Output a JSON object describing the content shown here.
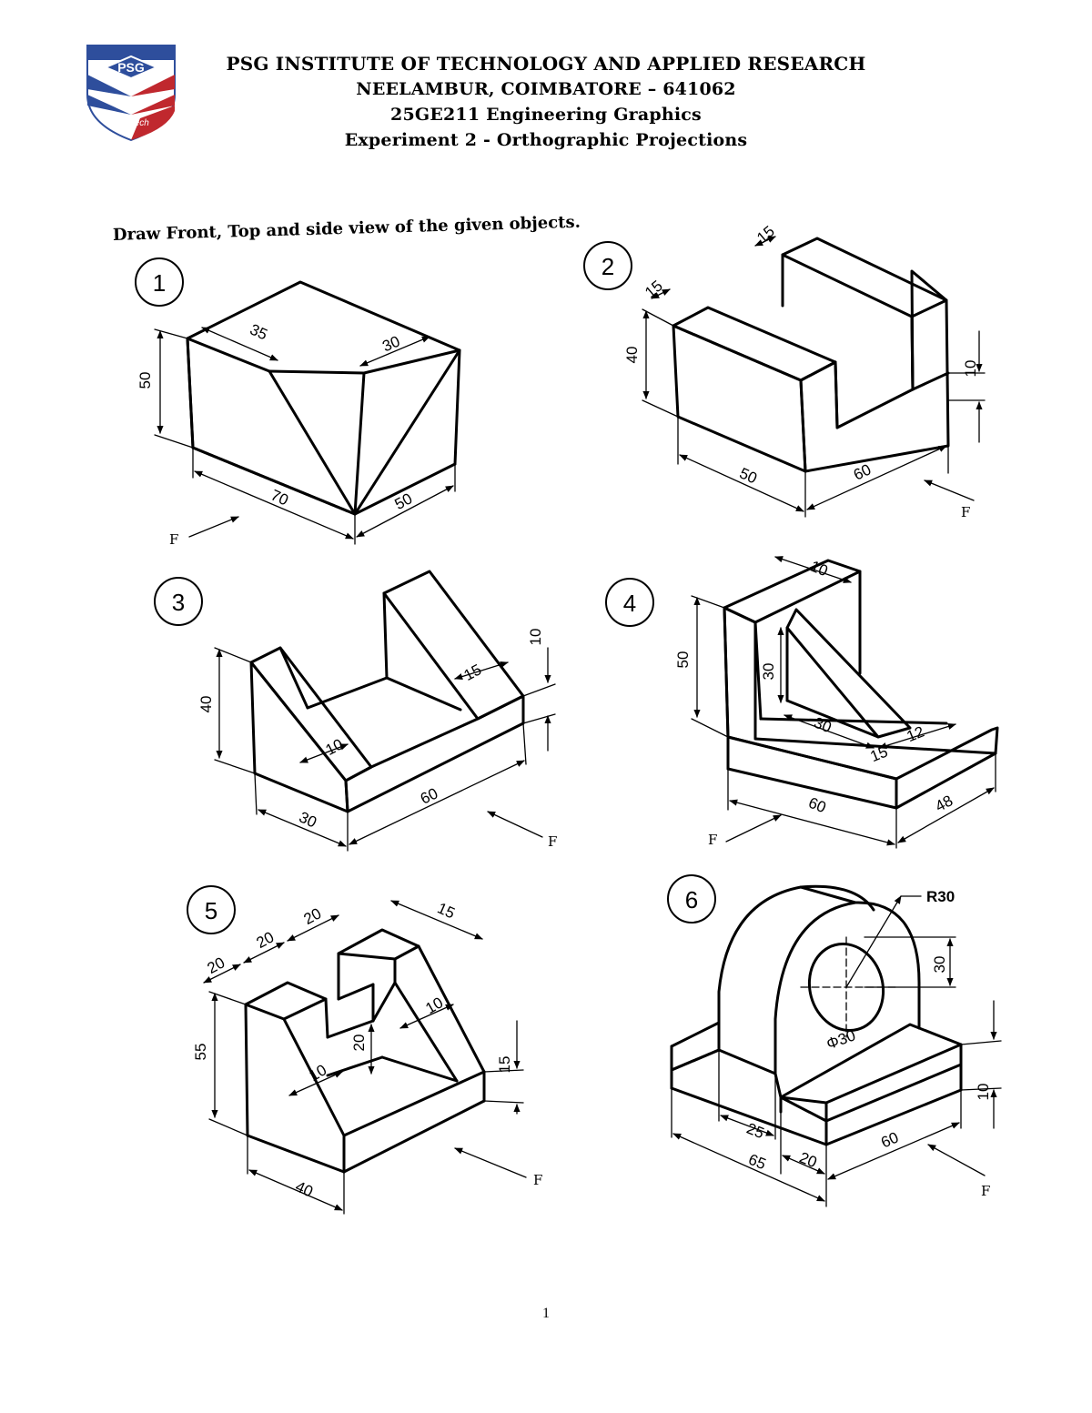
{
  "logo": {
    "text": "PSG",
    "subtext": "iTech",
    "colors": {
      "blue": "#2e4e9c",
      "red": "#c0282e"
    }
  },
  "header": {
    "line1": "PSG INSTITUTE OF TECHNOLOGY AND APPLIED RESEARCH",
    "line2": "NEELAMBUR, COIMBATORE – 641062",
    "line3": "25GE211 Engineering Graphics",
    "line4": "Experiment 2 - Orthographic Projections"
  },
  "instruction": "Draw Front, Top and side view of the given objects.",
  "direction_label": "F",
  "figures": [
    {
      "number": "1",
      "dimensions": [
        "35",
        "30",
        "50",
        "70",
        "50"
      ]
    },
    {
      "number": "2",
      "dimensions": [
        "15",
        "15",
        "40",
        "10",
        "50",
        "60"
      ]
    },
    {
      "number": "3",
      "dimensions": [
        "40",
        "10",
        "15",
        "10",
        "30",
        "60"
      ]
    },
    {
      "number": "4",
      "dimensions": [
        "10",
        "50",
        "30",
        "30",
        "12",
        "15",
        "60",
        "48"
      ]
    },
    {
      "number": "5",
      "dimensions": [
        "20",
        "20",
        "20",
        "15",
        "55",
        "10",
        "20",
        "10",
        "15",
        "40"
      ]
    },
    {
      "number": "6",
      "dimensions": [
        "R30",
        "30",
        "Φ30",
        "10",
        "25",
        "20",
        "65",
        "60"
      ]
    }
  ],
  "page_number": "1"
}
